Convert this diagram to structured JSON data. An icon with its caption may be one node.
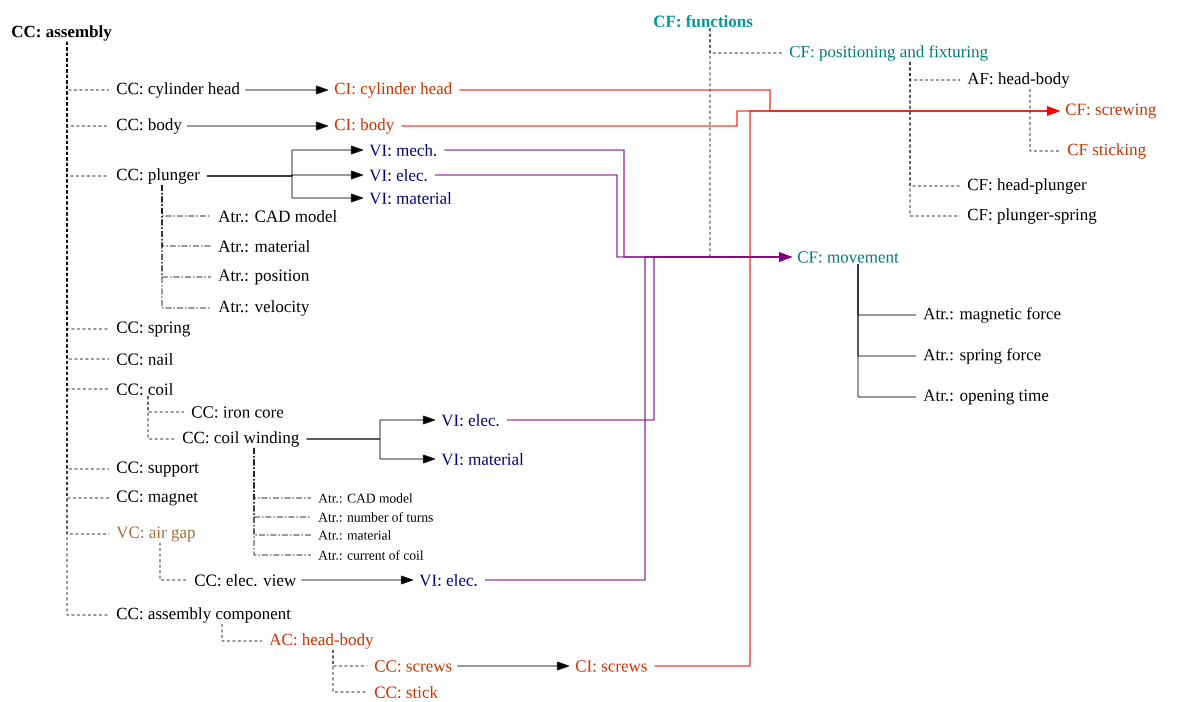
{
  "diagram": {
    "nodes": [
      {
        "text": [
          "CC: assembly"
        ]
      },
      {
        "text": [
          "CC: cylinder head"
        ]
      },
      {
        "text": [
          "CI: cylinder head"
        ]
      },
      {
        "text": [
          "CC: body"
        ]
      },
      {
        "text": [
          "CI: body"
        ]
      },
      {
        "text": [
          "CC: plunger"
        ]
      },
      {
        "text": [
          "VI: mech."
        ]
      },
      {
        "text": [
          "VI: elec."
        ]
      },
      {
        "text": [
          "VI: material"
        ]
      },
      {
        "text": [
          "Atr.: CAD model"
        ]
      },
      {
        "text": [
          "Atr.: material"
        ]
      },
      {
        "text": [
          "Atr.: position"
        ]
      },
      {
        "text": [
          "Atr.: velocity"
        ]
      },
      {
        "text": [
          "CC: spring"
        ]
      },
      {
        "text": [
          "CC: nail"
        ]
      },
      {
        "text": [
          "CC: coil"
        ]
      },
      {
        "text": [
          "CC: iron core"
        ]
      },
      {
        "text": [
          "CC: coil winding"
        ]
      },
      {
        "text": [
          "VI: elec."
        ]
      },
      {
        "text": [
          "VI: material"
        ]
      },
      {
        "text": [
          "CC: support"
        ]
      },
      {
        "text": [
          "CC: magnet"
        ]
      },
      {
        "text": [
          "VC: air gap"
        ]
      },
      {
        "text": [
          "Atr.: CAD model"
        ]
      },
      {
        "text": [
          "Atr.: number of turns"
        ]
      },
      {
        "text": [
          "Atr.: material"
        ]
      },
      {
        "text": [
          "Atr.: current of coil"
        ]
      },
      {
        "text": [
          "CC: elec. view"
        ]
      },
      {
        "text": [
          "VI: elec."
        ]
      },
      {
        "text": [
          "CC: assembly component"
        ]
      },
      {
        "text": [
          "AC: head-body"
        ]
      },
      {
        "text": [
          "CC: screws"
        ]
      },
      {
        "text": [
          "CC: stick"
        ]
      },
      {
        "text": [
          "CI: screws"
        ]
      },
      {
        "text": [
          "CF: functions"
        ]
      },
      {
        "text": [
          "CF: positioning and fixturing"
        ]
      },
      {
        "text": [
          "AF: head-body"
        ]
      },
      {
        "text": [
          "CF: screwing"
        ]
      },
      {
        "text": [
          "CF sticking"
        ]
      },
      {
        "text": [
          "CF: head-plunger"
        ]
      },
      {
        "text": [
          "CF: plunger-spring"
        ]
      },
      {
        "text": [
          "CF: movement"
        ]
      },
      {
        "text": [
          "Atr.: magnetic force"
        ]
      },
      {
        "text": [
          "Atr.: spring force"
        ]
      },
      {
        "text": [
          "Atr.: opening time"
        ]
      }
    ],
    "edges": [
      {
        "from": 0,
        "to": 1,
        "arrow": "none",
        "style": "dashed"
      },
      {
        "from": 0,
        "to": 3,
        "arrow": "none",
        "style": "dashed"
      },
      {
        "from": 0,
        "to": 5,
        "arrow": "none",
        "style": "dashed"
      },
      {
        "from": 0,
        "to": 13,
        "arrow": "none",
        "style": "dashed"
      },
      {
        "from": 0,
        "to": 14,
        "arrow": "none",
        "style": "dashed"
      },
      {
        "from": 0,
        "to": 15,
        "arrow": "none",
        "style": "dashed"
      },
      {
        "from": 0,
        "to": 20,
        "arrow": "none",
        "style": "dashed"
      },
      {
        "from": 0,
        "to": 21,
        "arrow": "none",
        "style": "dashed"
      },
      {
        "from": 0,
        "to": 22,
        "arrow": "none",
        "style": "dashed"
      },
      {
        "from": 0,
        "to": 29,
        "arrow": "none",
        "style": "dashed"
      },
      {
        "from": 5,
        "to": 9,
        "arrow": "none",
        "style": "dashed"
      },
      {
        "from": 5,
        "to": 10,
        "arrow": "none",
        "style": "dashed"
      },
      {
        "from": 5,
        "to": 11,
        "arrow": "none",
        "style": "dashed"
      },
      {
        "from": 5,
        "to": 12,
        "arrow": "none",
        "style": "dashed"
      },
      {
        "from": 15,
        "to": 16,
        "arrow": "none",
        "style": "dashed"
      },
      {
        "from": 15,
        "to": 17,
        "arrow": "none",
        "style": "dashed"
      },
      {
        "from": 17,
        "to": 23,
        "arrow": "none",
        "style": "dashed"
      },
      {
        "from": 17,
        "to": 24,
        "arrow": "none",
        "style": "dashed"
      },
      {
        "from": 17,
        "to": 25,
        "arrow": "none",
        "style": "dashed"
      },
      {
        "from": 17,
        "to": 26,
        "arrow": "none",
        "style": "dashed"
      },
      {
        "from": 22,
        "to": 27,
        "arrow": "none",
        "style": "dashed"
      },
      {
        "from": 29,
        "to": 30,
        "arrow": "none",
        "style": "dashed"
      },
      {
        "from": 30,
        "to": 31,
        "arrow": "none",
        "style": "dashed"
      },
      {
        "from": 30,
        "to": 32,
        "arrow": "none",
        "style": "dashed"
      },
      {
        "from": 34,
        "to": 35,
        "arrow": "none",
        "style": "dashed"
      },
      {
        "from": 34,
        "to": 41,
        "arrow": "none",
        "style": "dashed"
      },
      {
        "from": 35,
        "to": 36,
        "arrow": "none",
        "style": "dashed"
      },
      {
        "from": 35,
        "to": 39,
        "arrow": "none",
        "style": "dashed"
      },
      {
        "from": 35,
        "to": 40,
        "arrow": "none",
        "style": "dashed"
      },
      {
        "from": 36,
        "to": 38,
        "arrow": "none",
        "style": "dashed"
      },
      {
        "from": 41,
        "to": 42,
        "arrow": "none"
      },
      {
        "from": 41,
        "to": 43,
        "arrow": "none"
      },
      {
        "from": 41,
        "to": 44,
        "arrow": "none"
      },
      {
        "from": 1,
        "to": 2,
        "arrow": "to"
      },
      {
        "from": 3,
        "to": 4,
        "arrow": "to"
      },
      {
        "from": 5,
        "to": 6,
        "arrow": "to"
      },
      {
        "from": 5,
        "to": 7,
        "arrow": "to"
      },
      {
        "from": 5,
        "to": 8,
        "arrow": "to"
      },
      {
        "from": 17,
        "to": 18,
        "arrow": "to"
      },
      {
        "from": 17,
        "to": 19,
        "arrow": "to"
      },
      {
        "from": 27,
        "to": 28,
        "arrow": "to"
      },
      {
        "from": 31,
        "to": 33,
        "arrow": "to"
      },
      {
        "from": 6,
        "to": 41,
        "arrow": "to",
        "color": "#800080"
      },
      {
        "from": 7,
        "to": 41,
        "arrow": "to",
        "color": "#800080"
      },
      {
        "from": 18,
        "to": 41,
        "arrow": "to",
        "color": "#800080"
      },
      {
        "from": 28,
        "to": 41,
        "arrow": "to",
        "color": "#800080"
      },
      {
        "from": 2,
        "to": 37,
        "arrow": "to",
        "color": "#ff0000"
      },
      {
        "from": 4,
        "to": 37,
        "arrow": "to",
        "color": "#ff0000"
      },
      {
        "from": 33,
        "to": 37,
        "arrow": "to",
        "color": "#ff0000"
      }
    ]
  }
}
